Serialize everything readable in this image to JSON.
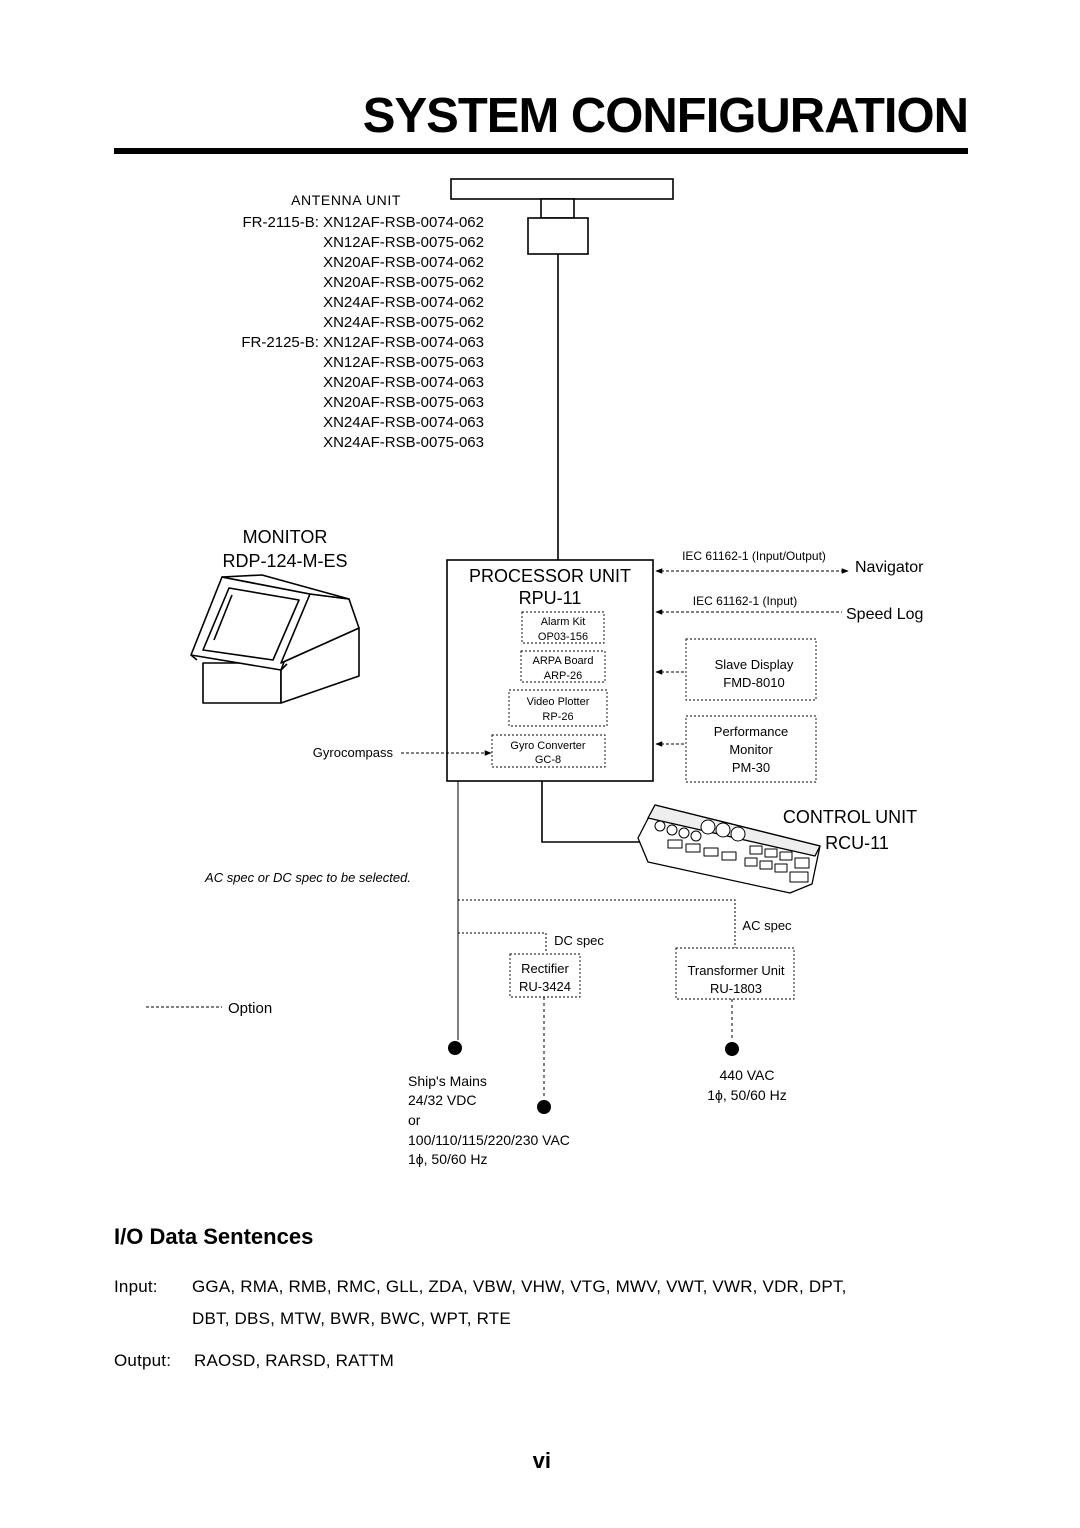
{
  "page_title": "SYSTEM CONFIGURATION",
  "antenna": {
    "label": "ANTENNA UNIT",
    "models": [
      "FR-2115-B: XN12AF-RSB-0074-062",
      "XN12AF-RSB-0075-062",
      "XN20AF-RSB-0074-062",
      "XN20AF-RSB-0075-062",
      "XN24AF-RSB-0074-062",
      "XN24AF-RSB-0075-062",
      "FR-2125-B: XN12AF-RSB-0074-063",
      "XN12AF-RSB-0075-063",
      "XN20AF-RSB-0074-063",
      "XN20AF-RSB-0075-063",
      "XN24AF-RSB-0074-063",
      "XN24AF-RSB-0075-063"
    ]
  },
  "monitor": {
    "label": "MONITOR",
    "model": "RDP-124-M-ES"
  },
  "processor": {
    "label": "PROCESSOR UNIT",
    "model": "RPU-11",
    "options": [
      {
        "name": "Alarm Kit",
        "model": "OP03-156"
      },
      {
        "name": "ARPA Board",
        "model": "ARP-26"
      },
      {
        "name": "Video Plotter",
        "model": "RP-26"
      },
      {
        "name": "Gyro Converter",
        "model": "GC-8"
      }
    ]
  },
  "interfaces": {
    "navigator_protocol": "IEC 61162-1 (Input/Output)",
    "navigator": "Navigator",
    "speedlog_protocol": "IEC 61162-1 (Input)",
    "speedlog": "Speed Log",
    "gyrocompass": "Gyrocompass"
  },
  "slave_display": {
    "name": "Slave Display",
    "model": "FMD-8010"
  },
  "performance_monitor": {
    "name_line1": "Performance",
    "name_line2": "Monitor",
    "model": "PM-30"
  },
  "control_unit": {
    "label": "CONTROL UNIT",
    "model": "RCU-11"
  },
  "power": {
    "note": "AC spec or DC spec to be selected.",
    "ac_spec": "AC spec",
    "dc_spec": "DC spec",
    "rectifier": {
      "name": "Rectifier",
      "model": "RU-3424"
    },
    "transformer": {
      "name": "Transformer Unit",
      "model": "RU-1803"
    },
    "ships_mains": [
      "Ship's Mains",
      "24/32 VDC",
      "or",
      "100/110/115/220/230 VAC",
      "1ϕ, 50/60 Hz"
    ],
    "ac_supply": [
      "440 VAC",
      "1ϕ, 50/60 Hz"
    ]
  },
  "legend": {
    "option_label": "Option"
  },
  "io": {
    "heading": "I/O Data Sentences",
    "input_label": "Input:",
    "input_line1": "GGA, RMA, RMB, RMC, GLL, ZDA, VBW, VHW, VTG, MWV, VWT, VWR, VDR, DPT,",
    "input_line2": "DBT, DBS, MTW, BWR, BWC, WPT, RTE",
    "output_label": "Output:",
    "output_line": "RAOSD, RARSD, RATTM"
  },
  "page_number": "vi"
}
